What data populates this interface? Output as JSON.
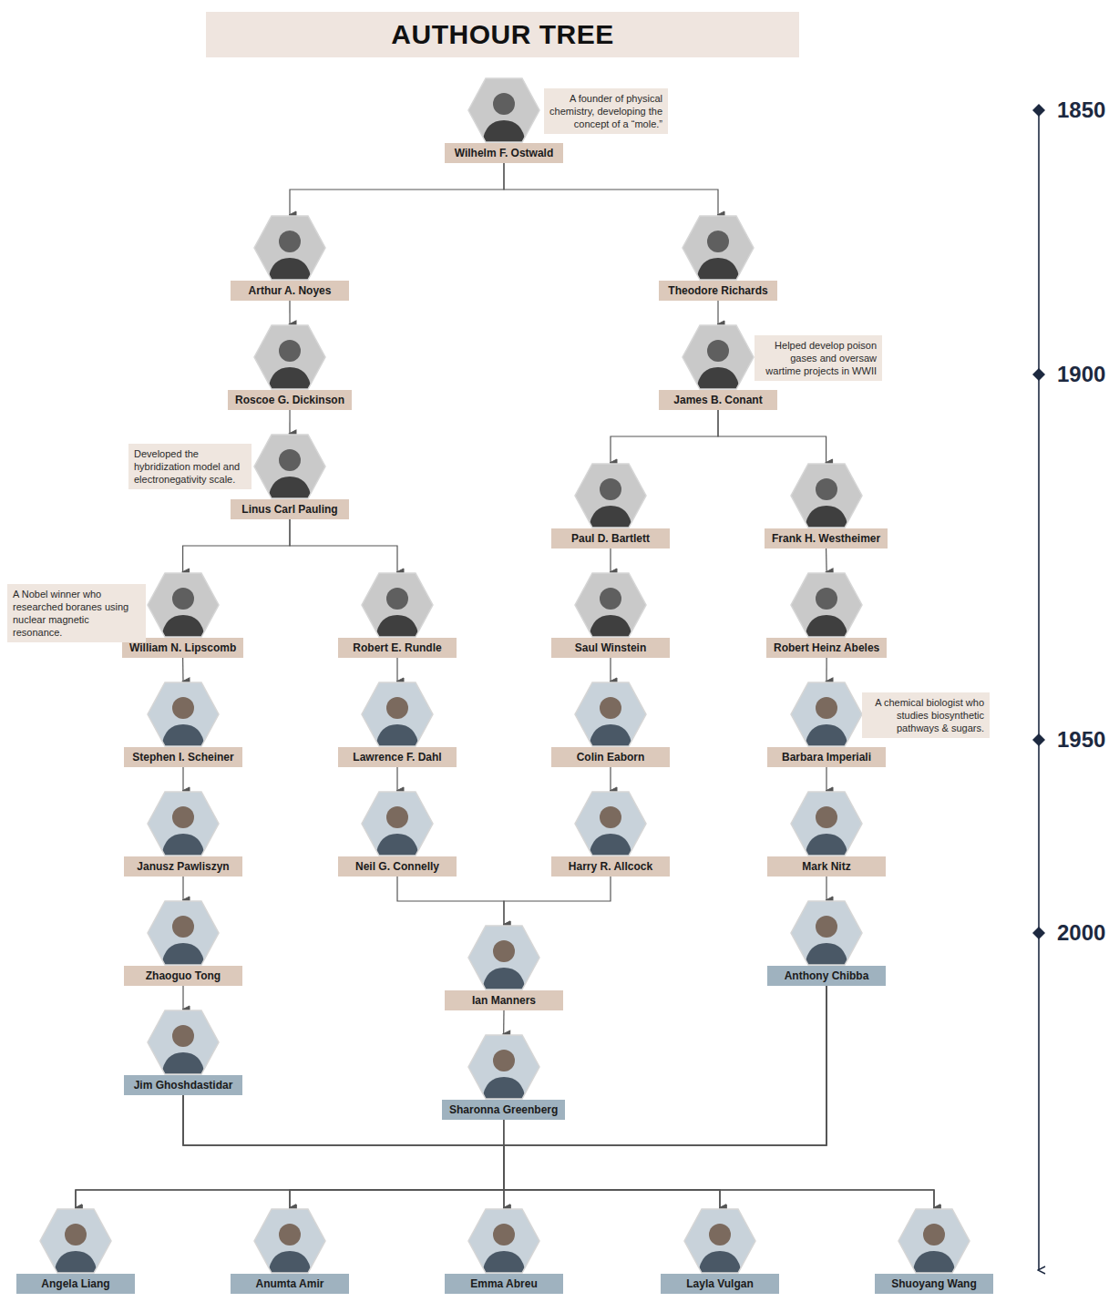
{
  "diagram": {
    "title": "AUTHOUR TREE",
    "nodes": [
      {
        "text": [
          "Wilhelm F. Ostwald"
        ]
      },
      {
        "text": [
          "Arthur A. Noyes"
        ]
      },
      {
        "text": [
          "Theodore Richards"
        ]
      },
      {
        "text": [
          "Roscoe G. Dickinson"
        ]
      },
      {
        "text": [
          "James B. Conant"
        ]
      },
      {
        "text": [
          "Linus Carl Pauling"
        ]
      },
      {
        "text": [
          "Paul D. Bartlett"
        ]
      },
      {
        "text": [
          "Frank H. Westheimer"
        ]
      },
      {
        "text": [
          "William N. Lipscomb"
        ]
      },
      {
        "text": [
          "Robert E. Rundle"
        ]
      },
      {
        "text": [
          "Saul Winstein"
        ]
      },
      {
        "text": [
          "Robert Heinz Abeles"
        ]
      },
      {
        "text": [
          "Stephen I. Scheiner"
        ]
      },
      {
        "text": [
          "Lawrence F. Dahl"
        ]
      },
      {
        "text": [
          "Colin Eaborn"
        ]
      },
      {
        "text": [
          "Barbara Imperiali"
        ]
      },
      {
        "text": [
          "Janusz Pawliszyn"
        ]
      },
      {
        "text": [
          "Neil G. Connelly"
        ]
      },
      {
        "text": [
          "Harry R. Allcock"
        ]
      },
      {
        "text": [
          "Mark Nitz"
        ]
      },
      {
        "text": [
          "Zhaoguo Tong"
        ]
      },
      {
        "text": [
          "Anthony Chibba"
        ]
      },
      {
        "text": [
          "Ian Manners"
        ]
      },
      {
        "text": [
          "Jim Ghoshdastidar"
        ]
      },
      {
        "text": [
          "Sharonna Greenberg"
        ]
      },
      {
        "text": [
          "Angela Liang"
        ]
      },
      {
        "text": [
          "Anumta Amir"
        ]
      },
      {
        "text": [
          "Emma Abreu"
        ]
      },
      {
        "text": [
          "Layla Vulgan"
        ]
      },
      {
        "text": [
          "Shuoyang Wang"
        ]
      }
    ],
    "edges": [
      {
        "from": 0,
        "to": 1,
        "arrow": "to"
      },
      {
        "from": 0,
        "to": 2,
        "arrow": "to"
      },
      {
        "from": 1,
        "to": 3,
        "arrow": "to"
      },
      {
        "from": 2,
        "to": 4,
        "arrow": "to"
      },
      {
        "from": 3,
        "to": 5,
        "arrow": "to"
      },
      {
        "from": 4,
        "to": 6,
        "arrow": "to"
      },
      {
        "from": 4,
        "to": 7,
        "arrow": "to"
      },
      {
        "from": 5,
        "to": 8,
        "arrow": "to"
      },
      {
        "from": 5,
        "to": 9,
        "arrow": "to"
      },
      {
        "from": 6,
        "to": 10,
        "arrow": "to"
      },
      {
        "from": 7,
        "to": 11,
        "arrow": "to"
      },
      {
        "from": 8,
        "to": 12,
        "arrow": "to"
      },
      {
        "from": 9,
        "to": 13,
        "arrow": "to"
      },
      {
        "from": 10,
        "to": 14,
        "arrow": "to"
      },
      {
        "from": 11,
        "to": 15,
        "arrow": "to"
      },
      {
        "from": 12,
        "to": 16,
        "arrow": "to"
      },
      {
        "from": 13,
        "to": 17,
        "arrow": "to"
      },
      {
        "from": 14,
        "to": 18,
        "arrow": "to"
      },
      {
        "from": 15,
        "to": 19,
        "arrow": "to"
      },
      {
        "from": 16,
        "to": 20,
        "arrow": "to"
      },
      {
        "from": 17,
        "to": 22,
        "arrow": "to"
      },
      {
        "from": 18,
        "to": 22,
        "arrow": "to"
      },
      {
        "from": 19,
        "to": 21,
        "arrow": "to"
      },
      {
        "from": 20,
        "to": 23,
        "arrow": "to"
      },
      {
        "from": 22,
        "to": 24,
        "arrow": "to"
      },
      {
        "from": 23,
        "to": 25,
        "arrow": "to"
      },
      {
        "from": 23,
        "to": 26,
        "arrow": "to"
      },
      {
        "from": 23,
        "to": 27,
        "arrow": "to"
      },
      {
        "from": 23,
        "to": 28,
        "arrow": "to"
      },
      {
        "from": 23,
        "to": 29,
        "arrow": "to"
      },
      {
        "from": 24,
        "to": 25,
        "arrow": "to"
      },
      {
        "from": 24,
        "to": 26,
        "arrow": "to"
      },
      {
        "from": 24,
        "to": 27,
        "arrow": "to"
      },
      {
        "from": 24,
        "to": 28,
        "arrow": "to"
      },
      {
        "from": 24,
        "to": 29,
        "arrow": "to"
      },
      {
        "from": 21,
        "to": 25,
        "arrow": "to"
      },
      {
        "from": 21,
        "to": 26,
        "arrow": "to"
      },
      {
        "from": 21,
        "to": 27,
        "arrow": "to"
      },
      {
        "from": 21,
        "to": 28,
        "arrow": "to"
      },
      {
        "from": 21,
        "to": 29,
        "arrow": "to"
      }
    ],
    "labels": [
      "A founder of physical chemistry, developing the concept of a “mole.”",
      "1850",
      "Helped develop poison gases and oversaw wartime projects in WWII",
      "1900",
      "Developed the hybridization model and electronegativity scale.",
      "A Nobel winner who researched boranes using nuclear magnetic resonance.",
      "A chemical biologist who studies biosynthetic pathways & sugars.",
      "1950",
      "2000"
    ]
  }
}
